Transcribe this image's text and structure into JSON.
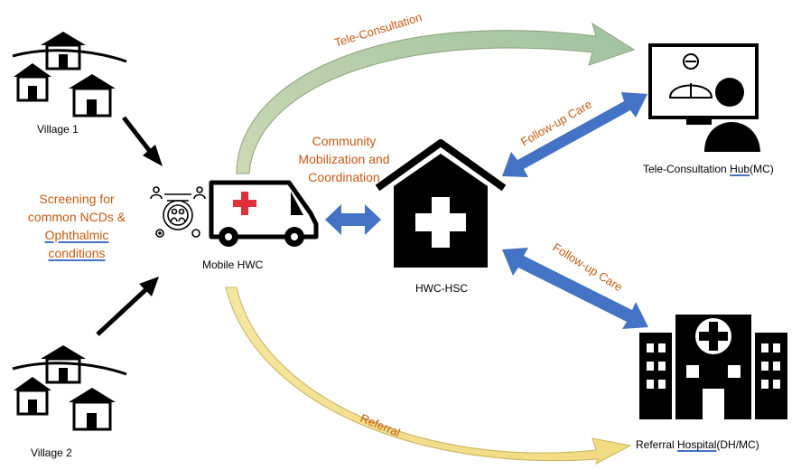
{
  "nodes": {
    "village1": "Village 1",
    "village2": "Village 2",
    "mobile_hwc": "Mobile HWC",
    "hwc_hsc": "HWC-HSC",
    "tele_hub_prefix": "Tele-Consultation ",
    "tele_hub_hub": "Hub",
    "tele_hub_suffix": "(MC)",
    "referral_prefix": "Referral ",
    "referral_hospital": "Hospital",
    "referral_suffix": "(DH/MC)"
  },
  "screening": {
    "line1": "Screening for",
    "line2": "common NCDs &",
    "line3": "Ophthalmic",
    "line4": "conditions"
  },
  "community": {
    "line1": "Community",
    "line2": "Mobilization and",
    "line3": "Coordination"
  },
  "edges": {
    "tele_consultation": "Tele-Consultation",
    "follow_up_1": "Follow-up Care",
    "follow_up_2": "Follow-up Care",
    "referral": "Referral"
  },
  "colors": {
    "orange_text": "#c55a11",
    "blue_arrow": "#4472c4",
    "green_arrow": "#a9c48f",
    "yellow_arrow": "#f2df8c",
    "underline": "#4472c4"
  },
  "icons": [
    "village-huts-icon",
    "community-people-icon",
    "ambulance-icon",
    "health-center-icon",
    "telemedicine-icon",
    "hospital-icon"
  ]
}
